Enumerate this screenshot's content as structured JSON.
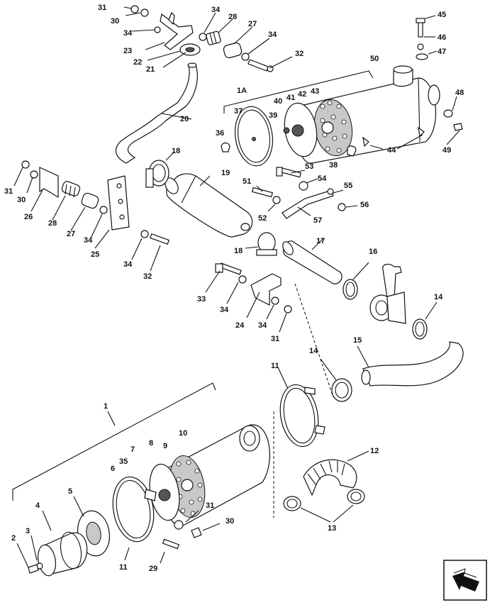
{
  "callouts": [
    "31",
    "30",
    "34",
    "23",
    "22",
    "21",
    "34",
    "28",
    "27",
    "34",
    "32",
    "20",
    "50",
    "1A",
    "40",
    "41",
    "42",
    "43",
    "37",
    "39",
    "36",
    "45",
    "46",
    "47",
    "48",
    "49",
    "44",
    "38",
    "18",
    "53",
    "54",
    "19",
    "51",
    "55",
    "56",
    "52",
    "57",
    "31",
    "30",
    "26",
    "28",
    "27",
    "34",
    "25",
    "34",
    "32",
    "18",
    "17",
    "16",
    "33",
    "34",
    "24",
    "34",
    "31",
    "14",
    "15",
    "14",
    "11",
    "12",
    "1",
    "8",
    "9",
    "10",
    "7",
    "6",
    "35",
    "5",
    "4",
    "3",
    "2",
    "11",
    "31",
    "30",
    "29",
    "13"
  ],
  "colors": {
    "line": "#111111",
    "shade": "#c8c8c8",
    "background": "#ffffff"
  },
  "nav": {
    "icon": "next-page-arrow-icon"
  }
}
